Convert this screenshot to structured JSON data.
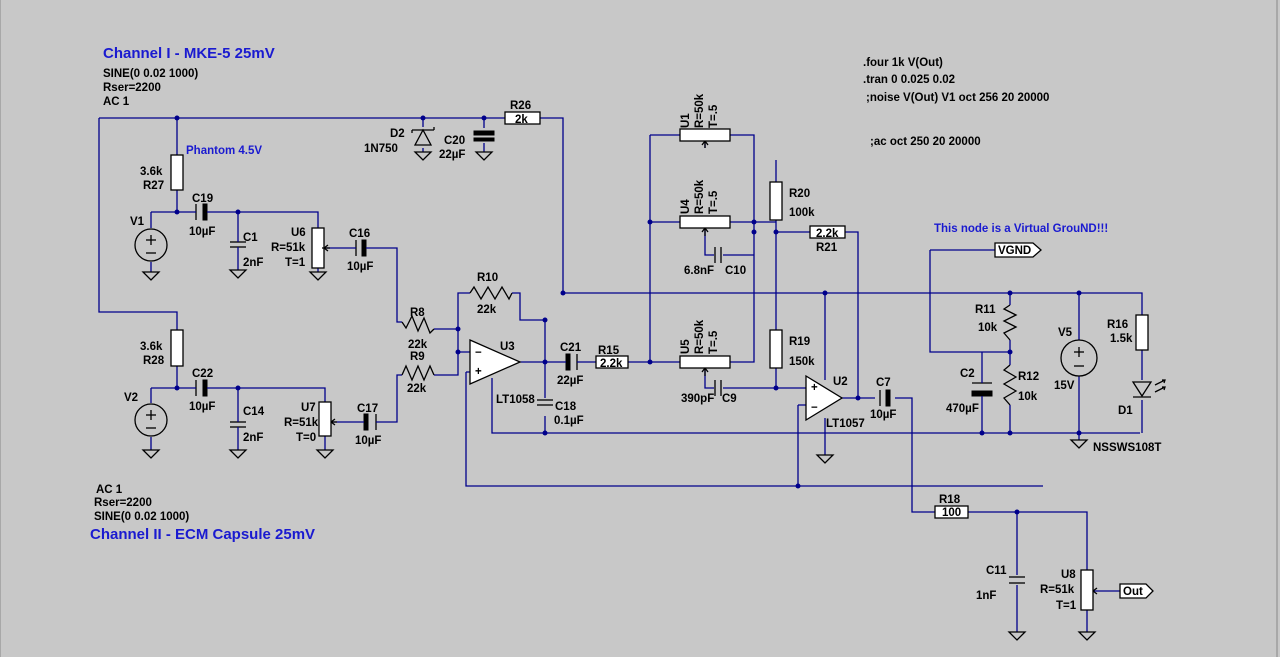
{
  "labels": {
    "ch1_title": "Channel I - MKE-5 25mV",
    "ch1_sine": "SINE(0 0.02 1000)",
    "ch1_rser": "Rser=2200",
    "ch1_ac": "AC 1",
    "ch2_title": "Channel II - ECM Capsule 25mV",
    "ch2_sine": "SINE(0 0.02 1000)",
    "ch2_rser": "Rser=2200",
    "ch2_ac": "AC 1",
    "phantom": "Phantom 4.5V",
    "virtual_ground": "This node is a Virtual GrouND!!!",
    "dir_four": ".four 1k V(Out)",
    "dir_tran": ".tran 0 0.025 0.02",
    "dir_noise": ";noise V(Out) V1 oct 256 20 20000",
    "dir_ac": ";ac oct 250 20 20000"
  },
  "components": {
    "R26": {
      "name": "R26",
      "value": "2k"
    },
    "D2": {
      "name": "D2",
      "value": "1N750"
    },
    "C20": {
      "name": "C20",
      "value": "22µF"
    },
    "R27": {
      "name": "R27",
      "value": "3.6k"
    },
    "C19": {
      "name": "C19",
      "value": "10µF"
    },
    "C1": {
      "name": "C1",
      "value": "2nF"
    },
    "V1": {
      "name": "V1"
    },
    "U6": {
      "name": "U6",
      "r": "R=51k",
      "t": "T=1"
    },
    "C16": {
      "name": "C16",
      "value": "10µF"
    },
    "R10": {
      "name": "R10",
      "value": "22k"
    },
    "R8": {
      "name": "R8",
      "value": "22k"
    },
    "R9": {
      "name": "R9",
      "value": "22k"
    },
    "U3": {
      "name": "U3",
      "model": "LT1058"
    },
    "C18": {
      "name": "C18",
      "value": "0.1µF"
    },
    "C21": {
      "name": "C21",
      "value": "22µF"
    },
    "R15": {
      "name": "R15",
      "value": "2.2k"
    },
    "R28": {
      "name": "R28",
      "value": "3.6k"
    },
    "C22": {
      "name": "C22",
      "value": "10µF"
    },
    "C14": {
      "name": "C14",
      "value": "2nF"
    },
    "V2": {
      "name": "V2"
    },
    "U7": {
      "name": "U7",
      "r": "R=51k",
      "t": "T=0"
    },
    "C17": {
      "name": "C17",
      "value": "10µF"
    },
    "U1": {
      "name": "U1",
      "r": "R=50k",
      "t": "T=.5"
    },
    "U4": {
      "name": "U4",
      "r": "R=50k",
      "t": "T=.5"
    },
    "U5": {
      "name": "U5",
      "r": "R=50k",
      "t": "T=.5"
    },
    "C10": {
      "name": "C10",
      "value": "6.8nF"
    },
    "C9": {
      "name": "C9",
      "value": "390pF"
    },
    "R20": {
      "name": "R20",
      "value": "100k"
    },
    "R19": {
      "name": "R19",
      "value": "150k"
    },
    "R21": {
      "name": "R21",
      "value": "2.2k"
    },
    "U2": {
      "name": "U2",
      "model": "LT1057"
    },
    "C7": {
      "name": "C7",
      "value": "10µF"
    },
    "VGND": {
      "name": "VGND"
    },
    "R11": {
      "name": "R11",
      "value": "10k"
    },
    "R12": {
      "name": "R12",
      "value": "10k"
    },
    "C2": {
      "name": "C2",
      "value": "470µF"
    },
    "V5": {
      "name": "V5",
      "value": "15V"
    },
    "R16": {
      "name": "R16",
      "value": "1.5k"
    },
    "D1": {
      "name": "D1",
      "model": "NSSWS108T"
    },
    "R18": {
      "name": "R18",
      "value": "100"
    },
    "C11": {
      "name": "C11",
      "value": "1nF"
    },
    "U8": {
      "name": "U8",
      "r": "R=51k",
      "t": "T=1"
    },
    "OUT": {
      "name": "Out"
    }
  }
}
